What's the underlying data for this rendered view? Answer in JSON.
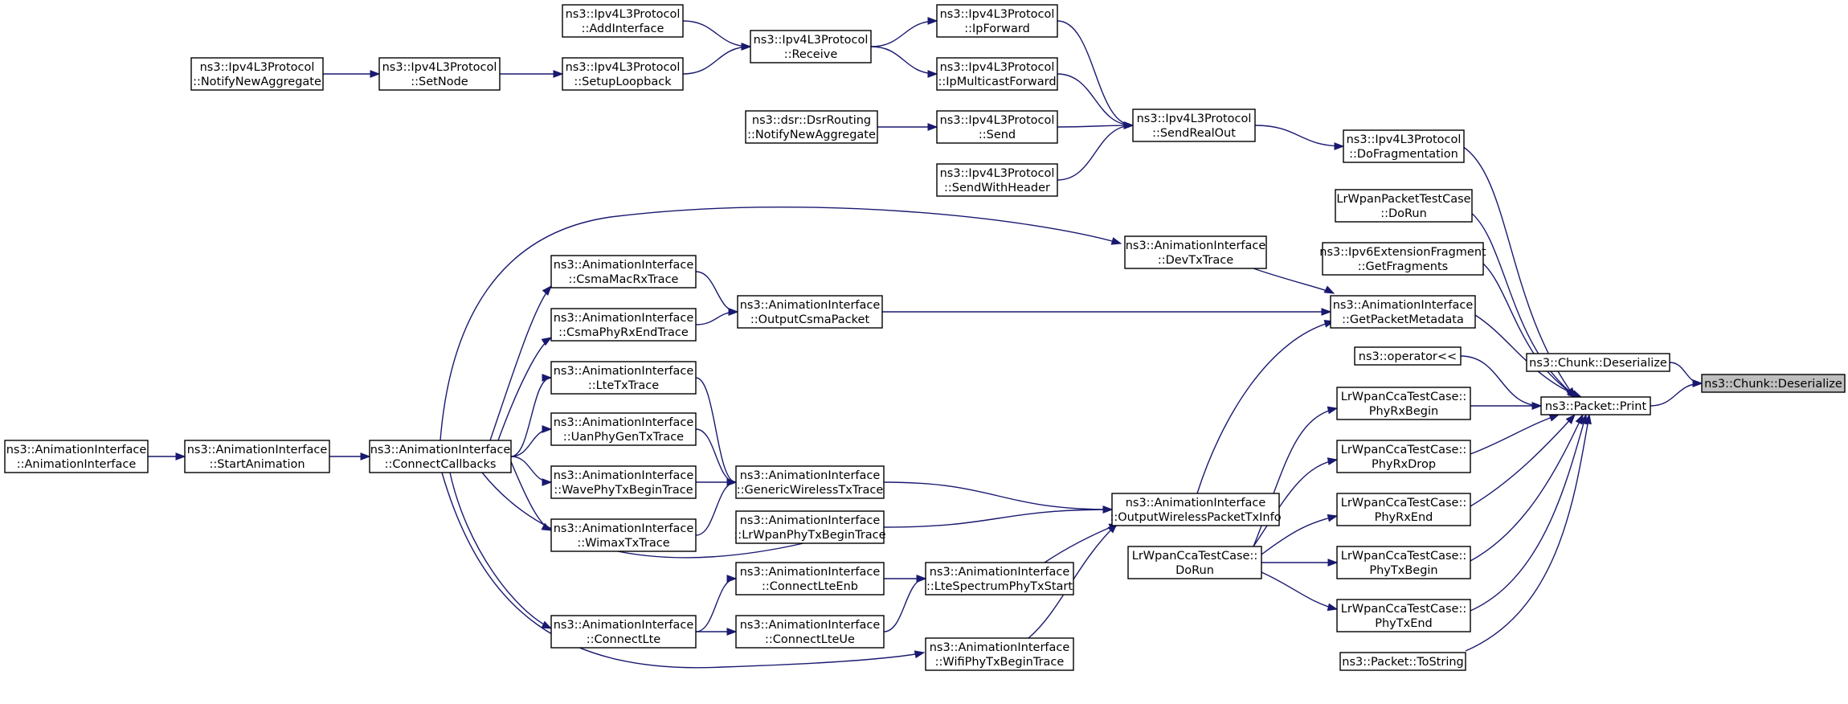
{
  "graph": {
    "title": "",
    "nodes": [
      {
        "id": "n0",
        "lines": [
          "ns3::Chunk::Deserialize"
        ],
        "highlight": true
      },
      {
        "id": "n1",
        "lines": [
          "ns3::Chunk::Deserialize"
        ]
      },
      {
        "id": "n2",
        "lines": [
          "ns3::Packet::Print"
        ]
      },
      {
        "id": "n3",
        "lines": [
          "ns3::Ipv4L3Protocol",
          "::DoFragmentation"
        ]
      },
      {
        "id": "n4",
        "lines": [
          "LrWpanPacketTestCase",
          "::DoRun"
        ]
      },
      {
        "id": "n5",
        "lines": [
          "ns3::Ipv6ExtensionFragment",
          "::GetFragments"
        ]
      },
      {
        "id": "n6",
        "lines": [
          "ns3::AnimationInterface",
          "::GetPacketMetadata"
        ]
      },
      {
        "id": "n7",
        "lines": [
          "ns3::operator<<"
        ]
      },
      {
        "id": "n8",
        "lines": [
          "LrWpanCcaTestCase::",
          "PhyRxBegin"
        ]
      },
      {
        "id": "n9",
        "lines": [
          "LrWpanCcaTestCase::",
          "PhyRxDrop"
        ]
      },
      {
        "id": "n10",
        "lines": [
          "LrWpanCcaTestCase::",
          "PhyRxEnd"
        ]
      },
      {
        "id": "n11",
        "lines": [
          "LrWpanCcaTestCase::",
          "PhyTxBegin"
        ]
      },
      {
        "id": "n12",
        "lines": [
          "LrWpanCcaTestCase::",
          "PhyTxEnd"
        ]
      },
      {
        "id": "n13",
        "lines": [
          "ns3::Packet::ToString"
        ]
      },
      {
        "id": "n14",
        "lines": [
          "ns3::Ipv4L3Protocol",
          "::SendRealOut"
        ]
      },
      {
        "id": "n15",
        "lines": [
          "ns3::AnimationInterface",
          "::DevTxTrace"
        ]
      },
      {
        "id": "n16",
        "lines": [
          "ns3::AnimationInterface",
          "::OutputCsmaPacket"
        ]
      },
      {
        "id": "n17",
        "lines": [
          "ns3::AnimationInterface",
          "::OutputWirelessPacketTxInfo"
        ]
      },
      {
        "id": "n18",
        "lines": [
          "LrWpanCcaTestCase::",
          "DoRun"
        ]
      },
      {
        "id": "n19",
        "lines": [
          "ns3::Ipv4L3Protocol",
          "::IpForward"
        ]
      },
      {
        "id": "n20",
        "lines": [
          "ns3::Ipv4L3Protocol",
          "::IpMulticastForward"
        ]
      },
      {
        "id": "n21",
        "lines": [
          "ns3::Ipv4L3Protocol",
          "::Send"
        ]
      },
      {
        "id": "n22",
        "lines": [
          "ns3::Ipv4L3Protocol",
          "::SendWithHeader"
        ]
      },
      {
        "id": "n23",
        "lines": [
          "ns3::Ipv4L3Protocol",
          "::Receive"
        ]
      },
      {
        "id": "n24",
        "lines": [
          "ns3::Ipv4L3Protocol",
          "::AddInterface"
        ]
      },
      {
        "id": "n25",
        "lines": [
          "ns3::Ipv4L3Protocol",
          "::SetupLoopback"
        ]
      },
      {
        "id": "n26",
        "lines": [
          "ns3::Ipv4L3Protocol",
          "::SetNode"
        ]
      },
      {
        "id": "n27",
        "lines": [
          "ns3::Ipv4L3Protocol",
          "::NotifyNewAggregate"
        ]
      },
      {
        "id": "n28",
        "lines": [
          "ns3::dsr::DsrRouting",
          "::NotifyNewAggregate"
        ]
      },
      {
        "id": "n29",
        "lines": [
          "ns3::AnimationInterface",
          "::ConnectCallbacks"
        ]
      },
      {
        "id": "n30",
        "lines": [
          "ns3::AnimationInterface",
          "::CsmaMacRxTrace"
        ]
      },
      {
        "id": "n31",
        "lines": [
          "ns3::AnimationInterface",
          "::CsmaPhyRxEndTrace"
        ]
      },
      {
        "id": "n32",
        "lines": [
          "ns3::AnimationInterface",
          "::GenericWirelessTxTrace"
        ]
      },
      {
        "id": "n33",
        "lines": [
          "ns3::AnimationInterface",
          "::LteTxTrace"
        ]
      },
      {
        "id": "n34",
        "lines": [
          "ns3::AnimationInterface",
          "::UanPhyGenTxTrace"
        ]
      },
      {
        "id": "n35",
        "lines": [
          "ns3::AnimationInterface",
          "::WavePhyTxBeginTrace"
        ]
      },
      {
        "id": "n36",
        "lines": [
          "ns3::AnimationInterface",
          "::WimaxTxTrace"
        ]
      },
      {
        "id": "n37",
        "lines": [
          "ns3::AnimationInterface",
          "::LrWpanPhyTxBeginTrace"
        ]
      },
      {
        "id": "n38",
        "lines": [
          "ns3::AnimationInterface",
          "::LteSpectrumPhyTxStart"
        ]
      },
      {
        "id": "n39",
        "lines": [
          "ns3::AnimationInterface",
          "::WifiPhyTxBeginTrace"
        ]
      },
      {
        "id": "n40",
        "lines": [
          "ns3::AnimationInterface",
          "::ConnectLteEnb"
        ]
      },
      {
        "id": "n41",
        "lines": [
          "ns3::AnimationInterface",
          "::ConnectLteUe"
        ]
      },
      {
        "id": "n42",
        "lines": [
          "ns3::AnimationInterface",
          "::ConnectLte"
        ]
      },
      {
        "id": "n43",
        "lines": [
          "ns3::AnimationInterface",
          "::StartAnimation"
        ]
      },
      {
        "id": "n44",
        "lines": [
          "ns3::AnimationInterface",
          "::AnimationInterface"
        ]
      }
    ],
    "edges": [
      {
        "from": "n1",
        "to": "n0"
      },
      {
        "from": "n2",
        "to": "n0"
      },
      {
        "from": "n3",
        "to": "n2"
      },
      {
        "from": "n4",
        "to": "n2"
      },
      {
        "from": "n5",
        "to": "n2"
      },
      {
        "from": "n6",
        "to": "n2"
      },
      {
        "from": "n7",
        "to": "n2"
      },
      {
        "from": "n8",
        "to": "n2"
      },
      {
        "from": "n9",
        "to": "n2"
      },
      {
        "from": "n10",
        "to": "n2"
      },
      {
        "from": "n11",
        "to": "n2"
      },
      {
        "from": "n12",
        "to": "n2"
      },
      {
        "from": "n13",
        "to": "n2"
      },
      {
        "from": "n14",
        "to": "n3"
      },
      {
        "from": "n15",
        "to": "n6"
      },
      {
        "from": "n16",
        "to": "n6"
      },
      {
        "from": "n17",
        "to": "n6"
      },
      {
        "from": "n18",
        "to": "n8"
      },
      {
        "from": "n18",
        "to": "n9"
      },
      {
        "from": "n18",
        "to": "n10"
      },
      {
        "from": "n18",
        "to": "n11"
      },
      {
        "from": "n18",
        "to": "n12"
      },
      {
        "from": "n19",
        "to": "n14"
      },
      {
        "from": "n20",
        "to": "n14"
      },
      {
        "from": "n21",
        "to": "n14"
      },
      {
        "from": "n22",
        "to": "n14"
      },
      {
        "from": "n23",
        "to": "n19"
      },
      {
        "from": "n23",
        "to": "n20"
      },
      {
        "from": "n24",
        "to": "n23"
      },
      {
        "from": "n25",
        "to": "n23"
      },
      {
        "from": "n26",
        "to": "n25"
      },
      {
        "from": "n27",
        "to": "n26"
      },
      {
        "from": "n28",
        "to": "n21"
      },
      {
        "from": "n29",
        "to": "n15"
      },
      {
        "from": "n30",
        "to": "n16"
      },
      {
        "from": "n31",
        "to": "n16"
      },
      {
        "from": "n32",
        "to": "n17"
      },
      {
        "from": "n37",
        "to": "n17"
      },
      {
        "from": "n38",
        "to": "n17"
      },
      {
        "from": "n39",
        "to": "n17"
      },
      {
        "from": "n33",
        "to": "n32"
      },
      {
        "from": "n34",
        "to": "n32"
      },
      {
        "from": "n35",
        "to": "n32"
      },
      {
        "from": "n36",
        "to": "n32"
      },
      {
        "from": "n40",
        "to": "n38"
      },
      {
        "from": "n41",
        "to": "n38"
      },
      {
        "from": "n42",
        "to": "n40"
      },
      {
        "from": "n42",
        "to": "n41"
      },
      {
        "from": "n29",
        "to": "n30"
      },
      {
        "from": "n29",
        "to": "n31"
      },
      {
        "from": "n29",
        "to": "n33"
      },
      {
        "from": "n29",
        "to": "n34"
      },
      {
        "from": "n29",
        "to": "n35"
      },
      {
        "from": "n29",
        "to": "n36"
      },
      {
        "from": "n29",
        "to": "n37"
      },
      {
        "from": "n29",
        "to": "n42"
      },
      {
        "from": "n29",
        "to": "n39"
      },
      {
        "from": "n43",
        "to": "n29"
      },
      {
        "from": "n44",
        "to": "n43"
      }
    ]
  }
}
